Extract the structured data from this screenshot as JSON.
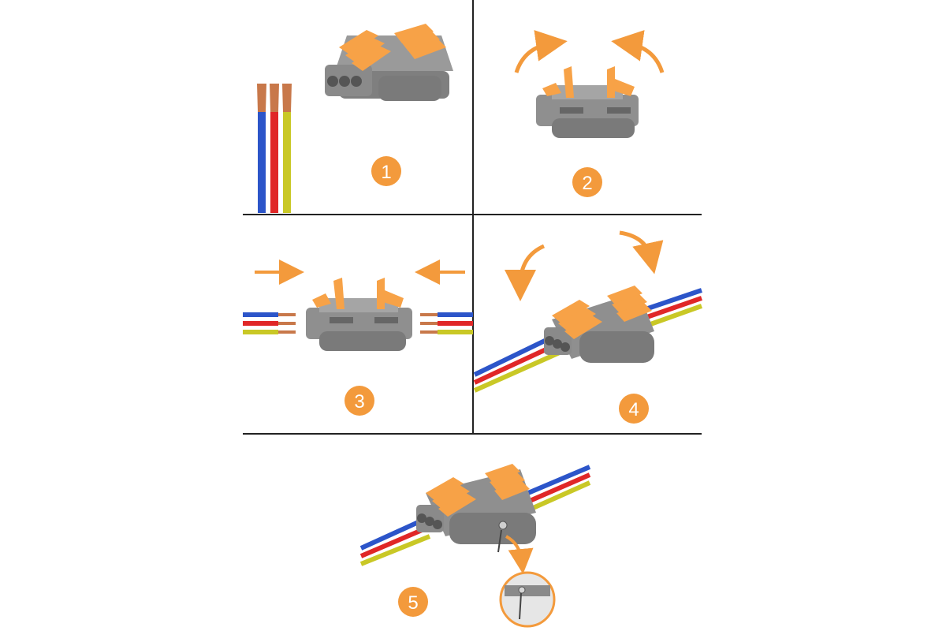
{
  "colors": {
    "accent_orange": "#f39a3c",
    "lever_orange": "#f7a247",
    "housing_gray": "#8f8f8f",
    "housing_dark": "#6f6f6f",
    "housing_light": "#b0b0b0",
    "wire_blue": "#2c55c9",
    "wire_red": "#e02727",
    "wire_yellowgreen": "#c9c826",
    "copper": "#c8784a",
    "divider": "#222222"
  },
  "steps": [
    {
      "number": "1",
      "description_icon": "wires-and-closed-connector"
    },
    {
      "number": "2",
      "description_icon": "open-levers"
    },
    {
      "number": "3",
      "description_icon": "insert-wires"
    },
    {
      "number": "4",
      "description_icon": "close-levers"
    },
    {
      "number": "5",
      "description_icon": "screw-mount"
    }
  ]
}
